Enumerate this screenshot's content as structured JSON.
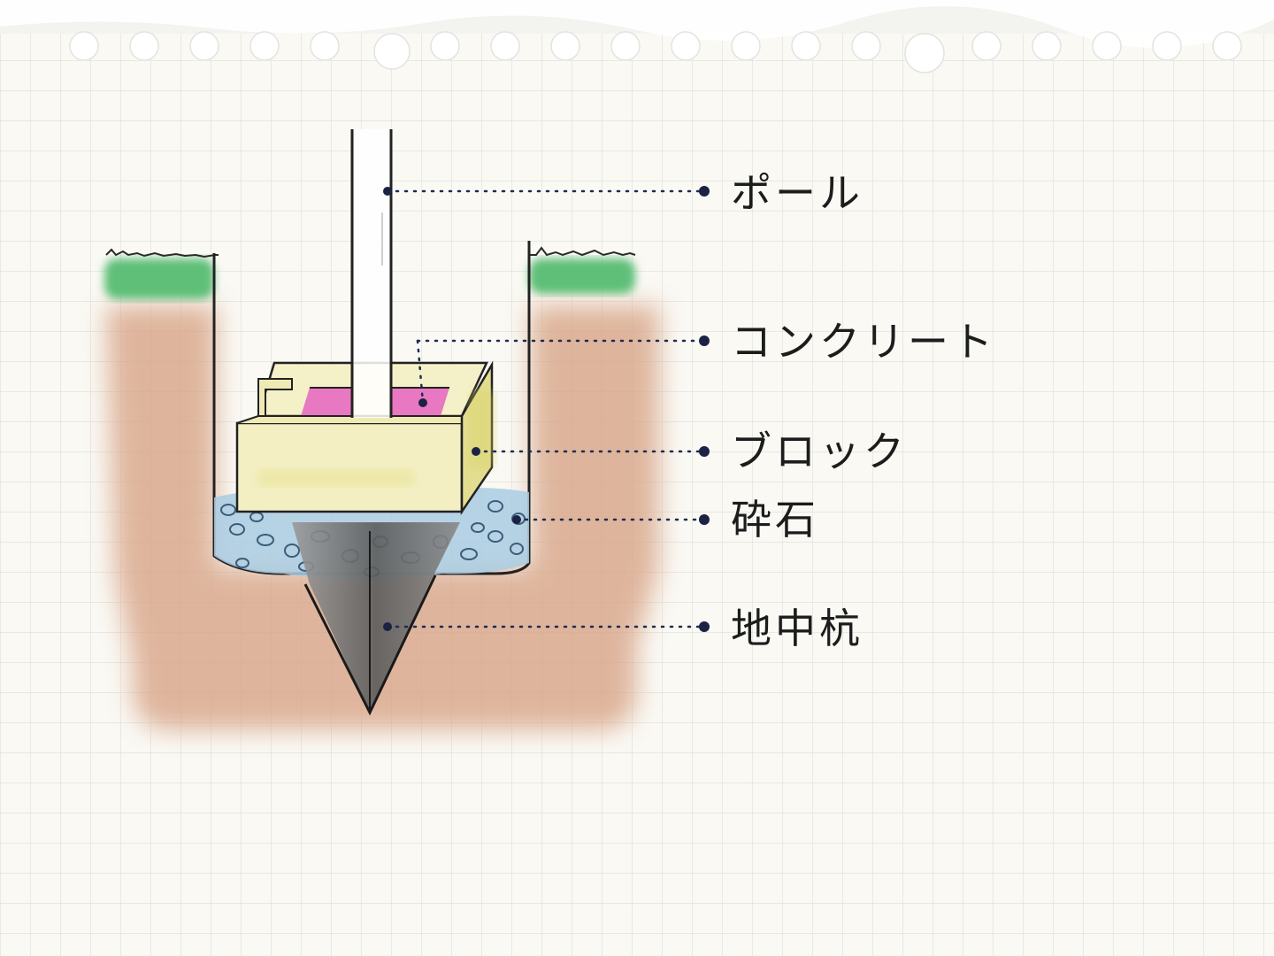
{
  "diagram": {
    "labels": {
      "pole": "ポール",
      "concrete": "コンクリート",
      "block": "ブロック",
      "gravel": "砕石",
      "pile": "地中杭"
    }
  },
  "colors": {
    "paper": "#faf9f4",
    "grid": "#d9ddd8",
    "grass": "#5fbf78",
    "soil": "#d9a98a",
    "gravel": "#a9cde3",
    "block": "#f2efc4",
    "concrete": "#e879c3",
    "pile": "#6e6e6e",
    "leader": "#1e2a52"
  }
}
